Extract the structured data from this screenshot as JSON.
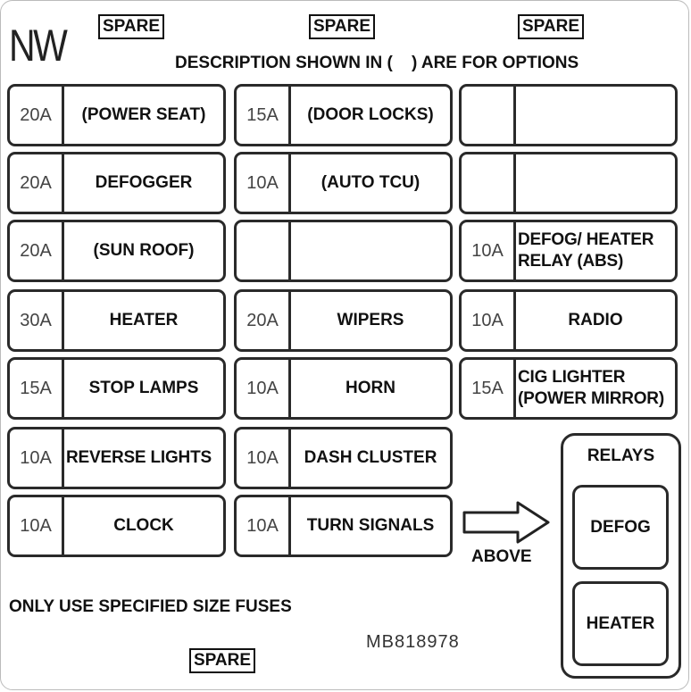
{
  "header": {
    "code": "NW",
    "description": "DESCRIPTION SHOWN IN (    ) ARE FOR OPTIONS"
  },
  "spare_labels": [
    "SPARE",
    "SPARE",
    "SPARE",
    "SPARE"
  ],
  "fuses": {
    "col1": [
      {
        "amp": "20A",
        "label": "(POWER SEAT)"
      },
      {
        "amp": "20A",
        "label": "DEFOGGER"
      },
      {
        "amp": "20A",
        "label": "(SUN ROOF)"
      },
      {
        "amp": "30A",
        "label": "HEATER"
      },
      {
        "amp": "15A",
        "label": "STOP LAMPS"
      },
      {
        "amp": "10A",
        "label": "REVERSE LIGHTS"
      },
      {
        "amp": "10A",
        "label": "CLOCK"
      }
    ],
    "col2": [
      {
        "amp": "15A",
        "label": "(DOOR LOCKS)"
      },
      {
        "amp": "10A",
        "label": "(AUTO TCU)"
      },
      {
        "amp": "",
        "label": ""
      },
      {
        "amp": "20A",
        "label": "WIPERS"
      },
      {
        "amp": "10A",
        "label": "HORN"
      },
      {
        "amp": "10A",
        "label": "DASH CLUSTER"
      },
      {
        "amp": "10A",
        "label": "TURN SIGNALS"
      }
    ],
    "col3": [
      {
        "amp": "",
        "label": ""
      },
      {
        "amp": "",
        "label": ""
      },
      {
        "amp": "10A",
        "label": "DEFOG/ HEATER\nRELAY (ABS)"
      },
      {
        "amp": "10A",
        "label": "RADIO"
      },
      {
        "amp": "15A",
        "label": "CIG LIGHTER\n(POWER MIRROR)"
      }
    ]
  },
  "relays": {
    "title": "RELAYS",
    "items": [
      "DEFOG",
      "HEATER"
    ],
    "arrow_label": "ABOVE"
  },
  "footer": {
    "note": "ONLY USE SPECIFIED SIZE FUSES",
    "part_number": "MB818978"
  }
}
